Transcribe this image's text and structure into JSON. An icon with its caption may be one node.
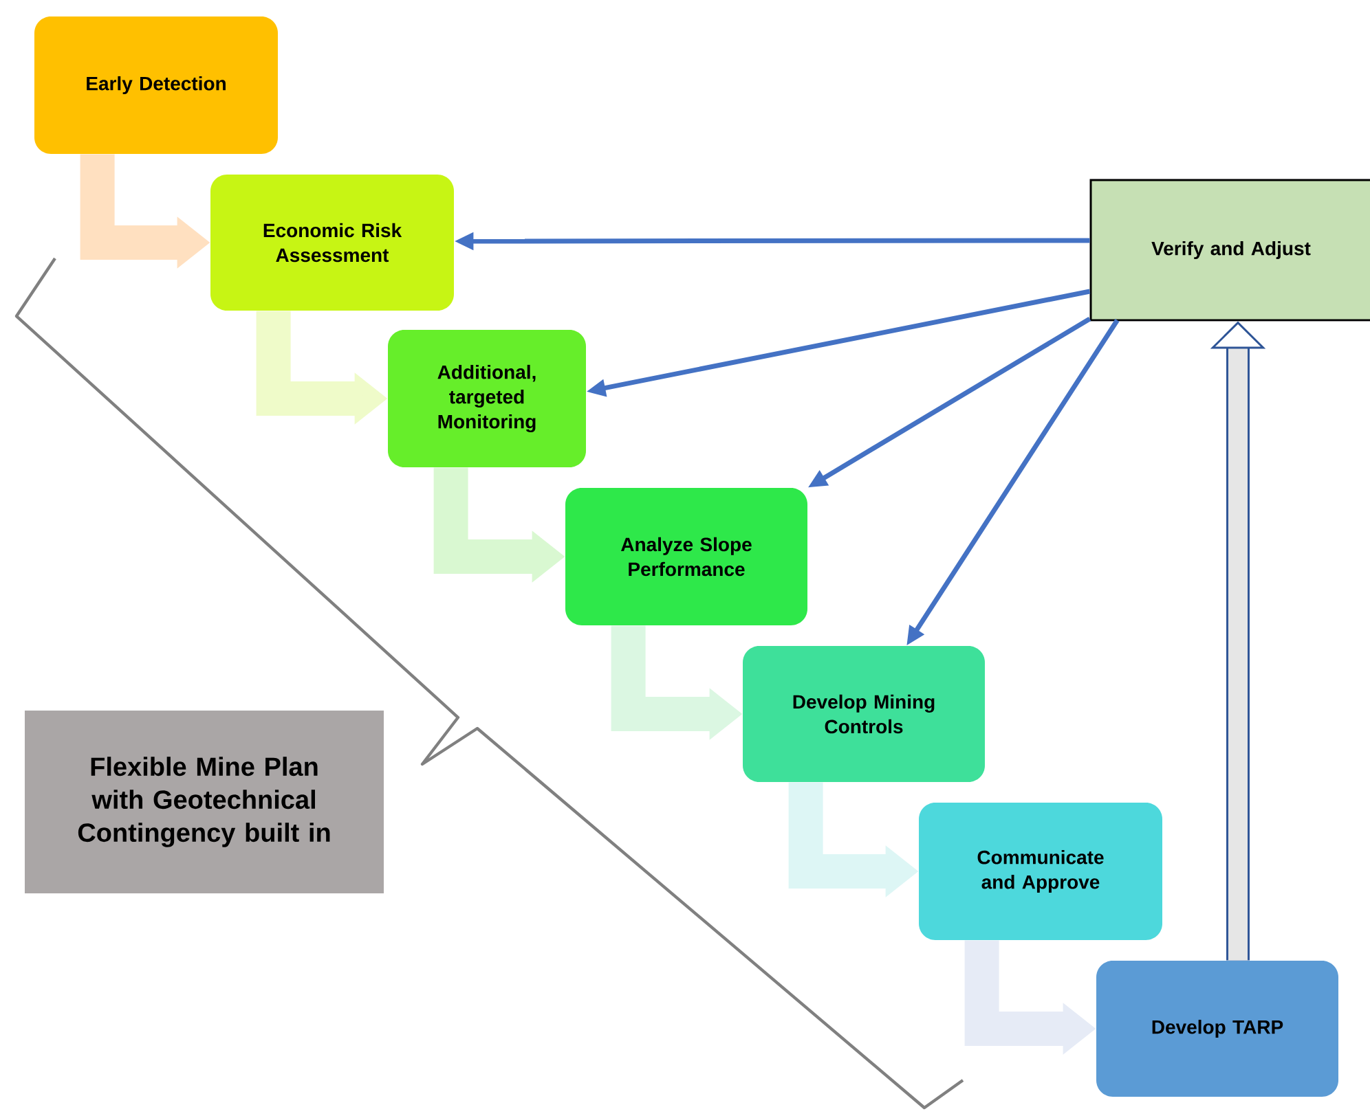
{
  "diagram": {
    "nodes": [
      {
        "text": [
          "Early Detection"
        ]
      },
      {
        "text": [
          "Economic Risk Assessment"
        ]
      },
      {
        "text": [
          "Additional, targeted Monitoring"
        ]
      },
      {
        "text": [
          "Analyze Slope Performance"
        ]
      },
      {
        "text": [
          "Develop Mining Controls"
        ]
      },
      {
        "text": [
          "Communicate and Approve"
        ]
      },
      {
        "text": [
          "Develop TARP"
        ]
      },
      {
        "text": [
          "Verify and Adjust"
        ]
      },
      {
        "text": [
          "Flexible Mine Plan with Geotechnical Contingency built in"
        ]
      }
    ],
    "edges": [
      {
        "from": 0,
        "to": 1,
        "arrow": "to",
        "color": "#ffe0c0"
      },
      {
        "from": 1,
        "to": 2,
        "arrow": "to",
        "color": "#effbc9"
      },
      {
        "from": 2,
        "to": 3,
        "arrow": "to",
        "color": "#d9f8d1"
      },
      {
        "from": 3,
        "to": 4,
        "arrow": "to",
        "color": "#dbf7e2"
      },
      {
        "from": 4,
        "to": 5,
        "arrow": "to",
        "color": "#ddf6f5"
      },
      {
        "from": 5,
        "to": 6,
        "arrow": "to",
        "color": "#e6ebf6"
      },
      {
        "from": 6,
        "to": 7,
        "arrow": "to",
        "color": "#2f5597"
      },
      {
        "from": 7,
        "to": 1,
        "arrow": "to"
      },
      {
        "from": 7,
        "to": 2,
        "arrow": "to"
      },
      {
        "from": 7,
        "to": 3,
        "arrow": "to"
      },
      {
        "from": 7,
        "to": 4,
        "arrow": "to"
      }
    ]
  }
}
